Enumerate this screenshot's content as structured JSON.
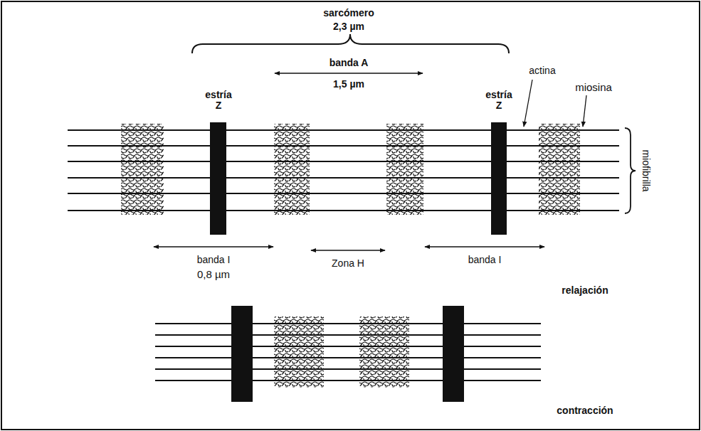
{
  "diagram": {
    "labels": [
      "sarcómero",
      "2,3 µm",
      "banda A",
      "1,5 µm",
      "estría Z",
      "estría Z",
      "actina",
      "miosina",
      "miofibrilla",
      "banda I",
      "0,8 µm",
      "Zona H",
      "banda I",
      "relajación",
      "contracción"
    ]
  }
}
